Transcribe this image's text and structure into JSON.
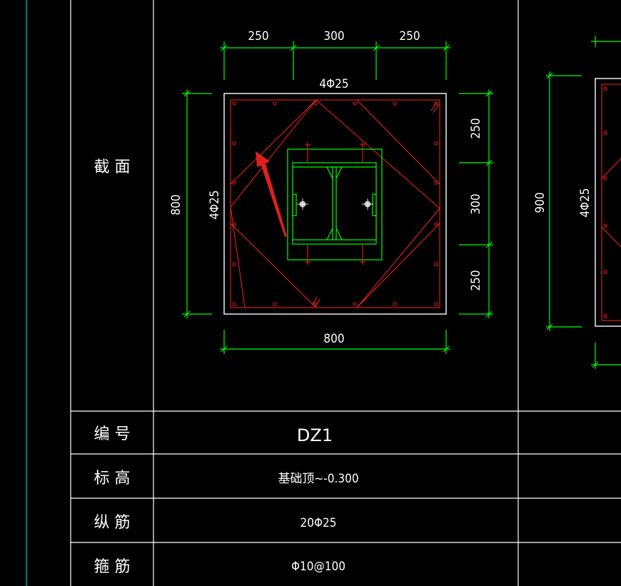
{
  "colors": {
    "background": "#000000",
    "frame": "#ffffff",
    "cyan_line": "#00c8c8",
    "dimension": "#00ff00",
    "rebar": "#ff2020",
    "annotation_arrow": "#e02020"
  },
  "table": {
    "header_section": "截 面",
    "rows": [
      {
        "label": "编 号",
        "value": "DZ1"
      },
      {
        "label": "标 高",
        "value": "基础顶~-0.300"
      },
      {
        "label": "纵 筋",
        "value": "20Φ25"
      },
      {
        "label": "箍 筋",
        "value": "Φ10@100"
      }
    ]
  },
  "section": {
    "top_dims": [
      "250",
      "300",
      "250"
    ],
    "top_rebar": "4Φ25",
    "right_dims": [
      "250",
      "300",
      "250"
    ],
    "left_height": "800",
    "side_rebar": "4Φ25",
    "bottom_width": "800"
  },
  "next_section": {
    "height": "900",
    "side_rebar": "4Φ25"
  }
}
